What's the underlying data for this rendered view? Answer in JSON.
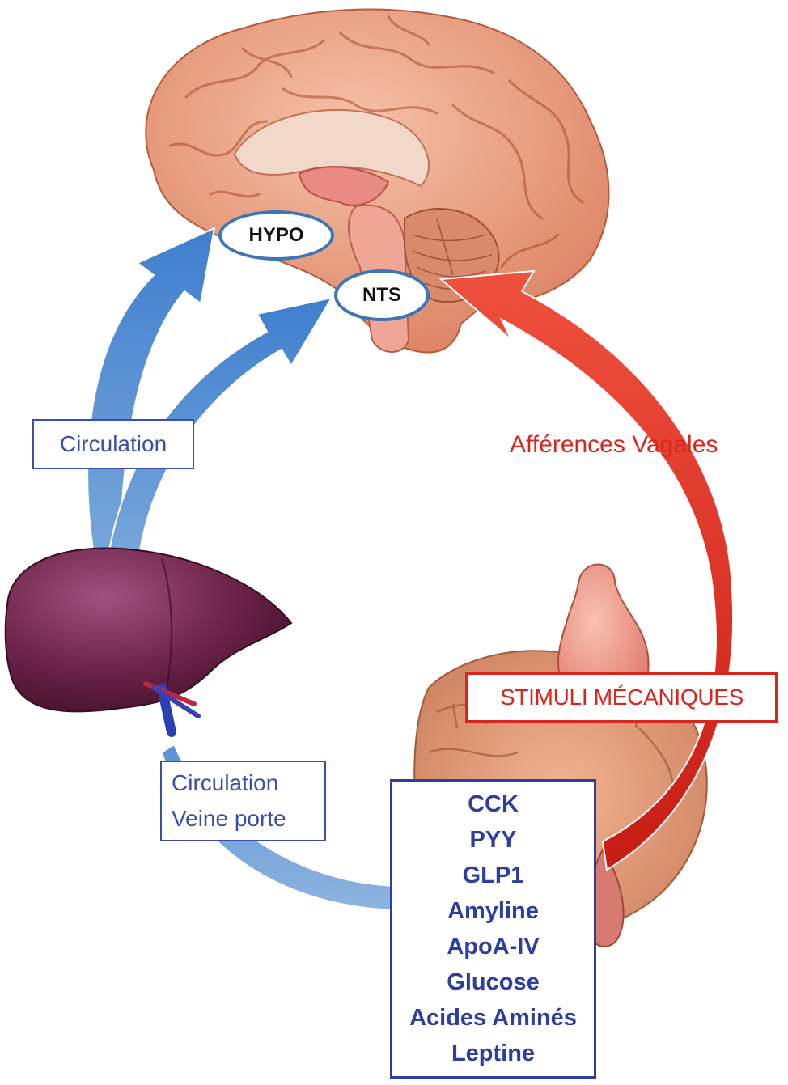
{
  "brain": {
    "hypo_label": "HYPO",
    "nts_label": "NTS"
  },
  "left_path": {
    "label": "Circulation"
  },
  "portal_path": {
    "line1": "Circulation",
    "line2": "Veine porte"
  },
  "vagal_path": {
    "label": "Afférences Vagales"
  },
  "gut": {
    "stimuli_label": "STIMULI MÉCANIQUES",
    "signals": [
      "CCK",
      "PYY",
      "GLP1",
      "Amyline",
      "ApoA-IV",
      "Glucose",
      "Acides Aminés",
      "Leptine"
    ]
  },
  "colors": {
    "circulation_arrow": "#4a86c8",
    "vagal_arrow": "#e3362a",
    "text_blue": "#3a4fa8",
    "text_red": "#d8261c",
    "liver": "#6b2348",
    "brain": "#eaa184",
    "gut": "#e7a17a"
  }
}
